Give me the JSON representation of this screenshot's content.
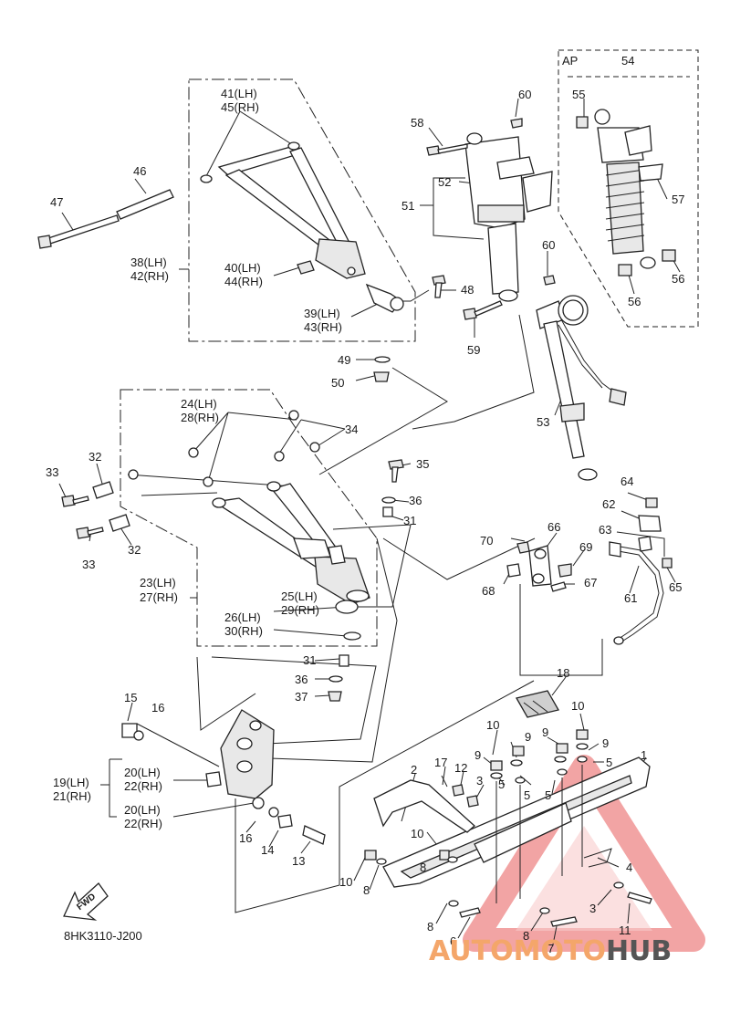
{
  "diagram": {
    "code": "8HK3110-J200",
    "fwd": "FWD",
    "ap_box": {
      "tag": "AP",
      "num": "54"
    },
    "labels": {
      "n1": "1",
      "n2": "2",
      "n3a": "3",
      "n3b": "3",
      "n4": "4",
      "n5a": "5",
      "n5b": "5",
      "n5c": "5",
      "n5d": "5",
      "n6": "6",
      "n7": "7",
      "n8a": "8",
      "n8b": "8",
      "n8c": "8",
      "n8d": "8",
      "n9a": "9",
      "n9b": "9",
      "n9c": "9",
      "n9d": "9",
      "n10a": "10",
      "n10b": "10",
      "n10c": "10",
      "n10d": "10",
      "n11": "11",
      "n12": "12",
      "n13": "13",
      "n14": "14",
      "n15": "15",
      "n16a": "16",
      "n16b": "16",
      "n17": "17",
      "n18": "18",
      "n19": "19(LH)",
      "n21": "21(RH)",
      "n20a": "20(LH)",
      "n22a": "22(RH)",
      "n20b": "20(LH)",
      "n22b": "22(RH)",
      "n23": "23(LH)",
      "n27": "27(RH)",
      "n24": "24(LH)",
      "n28": "28(RH)",
      "n25": "25(LH)",
      "n29": "29(RH)",
      "n26": "26(LH)",
      "n30": "30(RH)",
      "n31a": "31",
      "n31b": "31",
      "n32a": "32",
      "n32b": "32",
      "n33a": "33",
      "n33b": "33",
      "n34": "34",
      "n35": "35",
      "n36a": "36",
      "n36b": "36",
      "n37": "37",
      "n38": "38(LH)",
      "n42": "42(RH)",
      "n39": "39(LH)",
      "n43": "43(RH)",
      "n40": "40(LH)",
      "n44": "44(RH)",
      "n41": "41(LH)",
      "n45": "45(RH)",
      "n46": "46",
      "n47": "47",
      "n48": "48",
      "n49": "49",
      "n50": "50",
      "n51": "51",
      "n52": "52",
      "n53": "53",
      "n55": "55",
      "n56a": "56",
      "n56b": "56",
      "n57": "57",
      "n58": "58",
      "n59": "59",
      "n60a": "60",
      "n60b": "60",
      "n61": "61",
      "n62": "62",
      "n63": "63",
      "n64": "64",
      "n65": "65",
      "n66": "66",
      "n67": "67",
      "n68": "68",
      "n69": "69",
      "n70": "70"
    }
  },
  "watermark": {
    "part_a": "AUTO",
    "part_b": "MOTO",
    "part_c": "HUB",
    "color_a": "#f4a66a",
    "color_c": "#555555",
    "triangle_color": "#e85a5a"
  }
}
